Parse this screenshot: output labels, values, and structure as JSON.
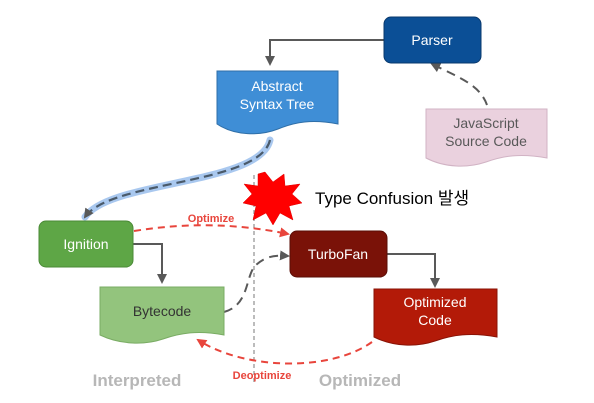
{
  "nodes": {
    "parser": "Parser",
    "ast_line1": "Abstract",
    "ast_line2": "Syntax Tree",
    "js_line1": "JavaScript",
    "js_line2": "Source Code",
    "ignition": "Ignition",
    "bytecode": "Bytecode",
    "turbofan": "TurboFan",
    "opt_line1": "Optimized",
    "opt_line2": "Code"
  },
  "annotations": {
    "type_confusion": "Type Confusion 발생",
    "optimize": "Optimize",
    "deoptimize": "Deoptimize"
  },
  "regions": {
    "interpreted": "Interpreted",
    "optimized": "Optimized"
  },
  "colors": {
    "parser": "#0b4f96",
    "ast": "#3f8ed6",
    "js_source": "#ead1de",
    "ignition": "#5ea646",
    "bytecode": "#93c47d",
    "turbofan": "#7a1208",
    "optimized_code": "#b31a08",
    "red_arrow": "#e8453c",
    "burst": "#ff0000",
    "region_label": "#b7b7b7"
  },
  "icons": {
    "burst": "explosion-icon"
  }
}
